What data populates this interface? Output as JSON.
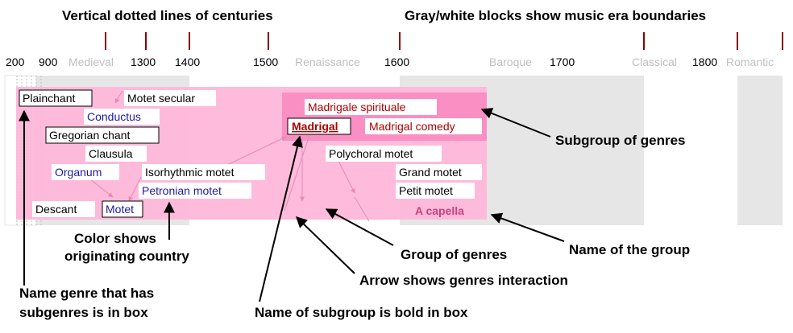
{
  "headers": {
    "left": "Vertical dotted lines of centuries",
    "right": "Gray/white blocks show music era boundaries"
  },
  "ticks": [
    {
      "label": "200"
    },
    {
      "label": "900"
    },
    {
      "label": "1300"
    },
    {
      "label": "1400"
    },
    {
      "label": "1500"
    },
    {
      "label": "1600"
    },
    {
      "label": "1700"
    },
    {
      "label": "1800"
    }
  ],
  "eras": [
    {
      "label": "Medieval"
    },
    {
      "label": "Renaissance"
    },
    {
      "label": "Baroque"
    },
    {
      "label": "Classical"
    },
    {
      "label": "Romantic"
    }
  ],
  "group": {
    "name": "A capella"
  },
  "genres": {
    "plainchant": "Plainchant",
    "motet_secular": "Motet secular",
    "conductus": "Conductus",
    "gregorian_chant": "Gregorian chant",
    "clausula": "Clausula",
    "organum": "Organum",
    "isorhythmic_motet": "Isorhythmic motet",
    "petronian_motet": "Petronian motet",
    "descant": "Descant",
    "motet": "Motet",
    "madrigale_spirituale": "Madrigale spirituale",
    "madrigal": "Madrigal",
    "madrigal_comedy": "Madrigal comedy",
    "polychoral_motet": "Polychoral motet",
    "grand_motet": "Grand motet",
    "petit_motet": "Petit motet"
  },
  "annotations": {
    "subgroup_of_genres": "Subgroup of genres",
    "color_line1": "Color shows",
    "color_line2": "originating country",
    "group_of_genres": "Group of genres",
    "name_of_group": "Name of the group",
    "arrow_interaction": "Arrow shows genres interaction",
    "box_line1": "Name genre that has",
    "box_line2": "subgenres is in box",
    "subgroup_bold": "Name of subgroup is bold in box"
  },
  "colors": {
    "group_fill": "#ffb6d8",
    "subgroup_fill": "#f98fc2",
    "era_gray": "#e6e6e6",
    "tick_mark": "#8b0000",
    "italy": "#b00000",
    "france_blue": "#1a1aa8",
    "generic": "#000000",
    "group_name": "#c8407e"
  }
}
